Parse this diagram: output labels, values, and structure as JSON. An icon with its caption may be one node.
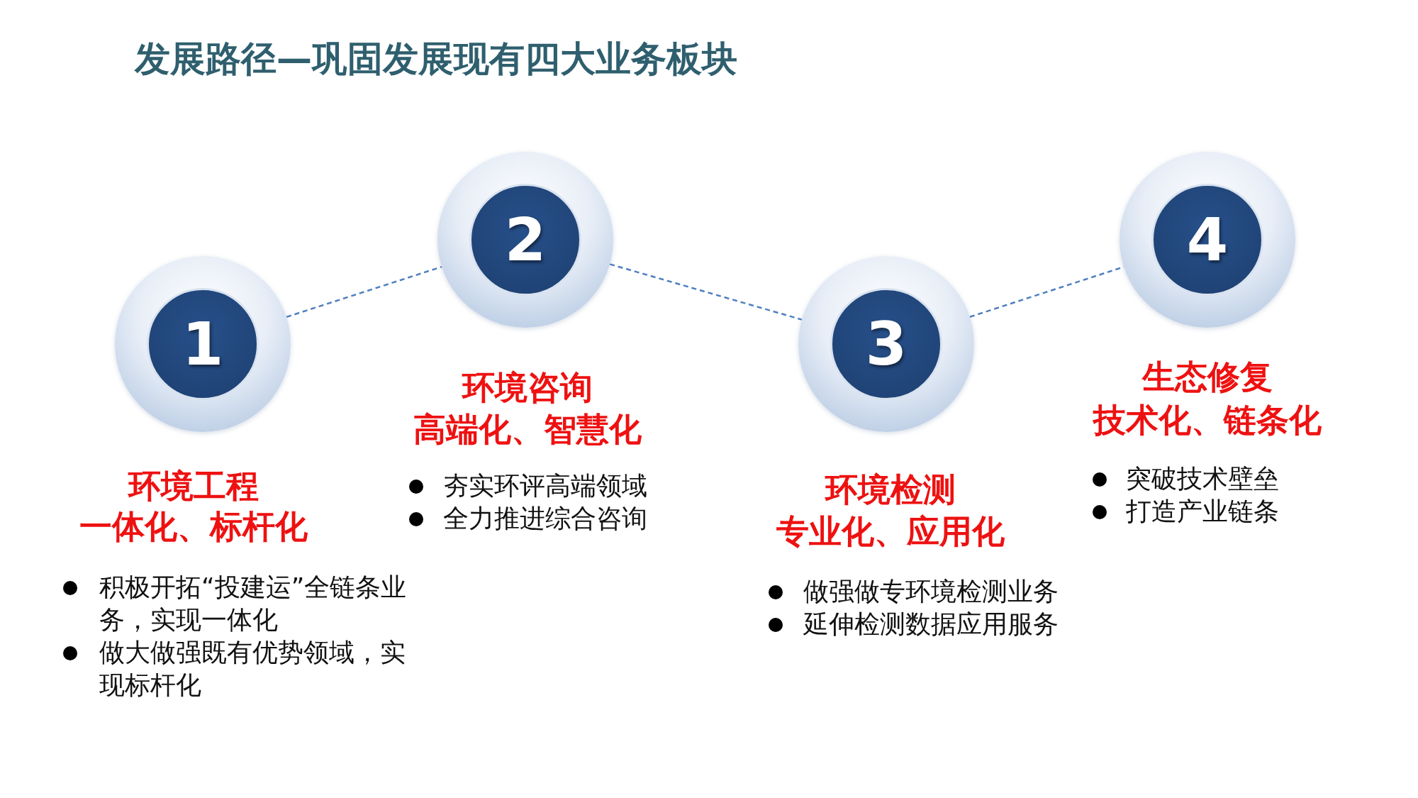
{
  "diagram": {
    "title": "发展路径—巩固发展现有四大业务板块",
    "nodes": [
      {
        "text": [
          "1"
        ],
        "beside": [
          "环境工程",
          "一体化、标杆化",
          "积极开拓“投建运”全链条业务，实现一体化",
          "做大做强既有优势领域，实现标杆化"
        ]
      },
      {
        "text": [
          "2"
        ],
        "beside": [
          "环境咨询",
          "高端化、智慧化",
          "夯实环评高端领域",
          "全力推进综合咨询"
        ]
      },
      {
        "text": [
          "3"
        ],
        "beside": [
          "环境检测",
          "专业化、应用化",
          "做强做专环境检测业务",
          "延伸检测数据应用服务"
        ]
      },
      {
        "text": [
          "4"
        ],
        "beside": [
          "生态修复",
          "技术化、链条化",
          "突破技术壁垒",
          "打造产业链条"
        ]
      }
    ],
    "edges": [
      {
        "from": 0,
        "to": 1,
        "arrow": "none",
        "style": "dashed"
      },
      {
        "from": 1,
        "to": 2,
        "arrow": "none",
        "style": "dashed"
      },
      {
        "from": 2,
        "to": 3,
        "arrow": "none",
        "style": "dashed"
      }
    ]
  }
}
